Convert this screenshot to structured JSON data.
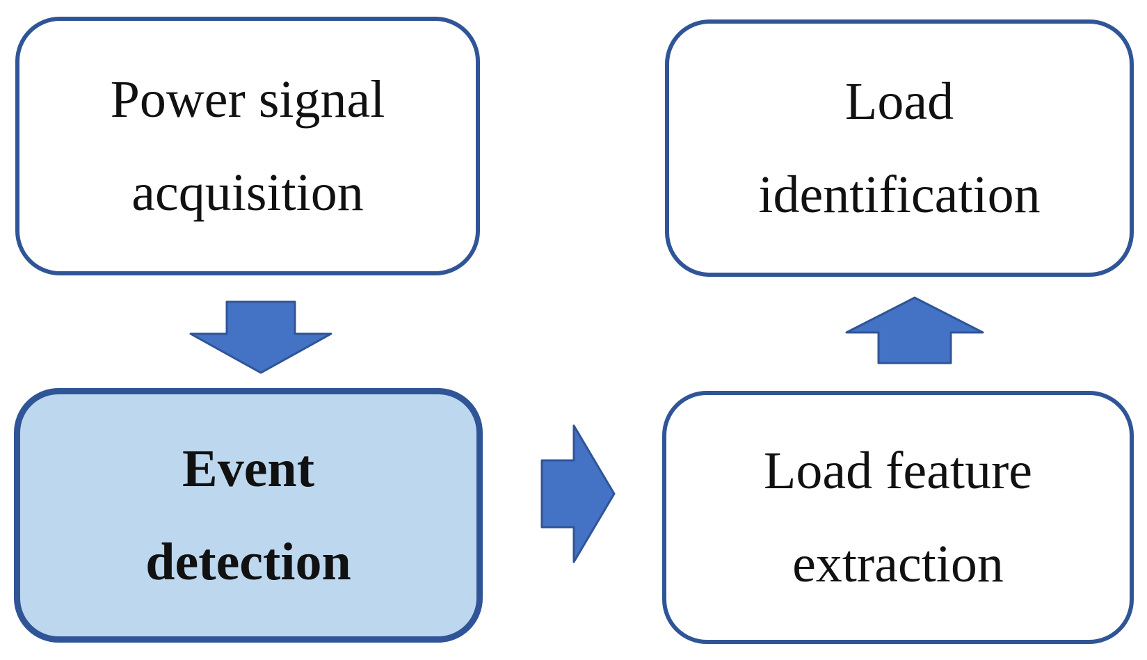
{
  "nodes": {
    "power_signal": {
      "lines": [
        "Power signal",
        "acquisition"
      ]
    },
    "event_detection": {
      "lines": [
        "Event",
        "detection"
      ]
    },
    "load_feature": {
      "lines": [
        "Load feature",
        "extraction"
      ]
    },
    "load_identification": {
      "lines": [
        "Load",
        "identification"
      ]
    }
  },
  "edges": [
    {
      "from": "power_signal",
      "to": "event_detection"
    },
    {
      "from": "event_detection",
      "to": "load_feature"
    },
    {
      "from": "load_feature",
      "to": "load_identification"
    }
  ],
  "colors": {
    "border": "#2f5597",
    "arrow_fill": "#4472c4",
    "highlight_fill": "#bdd7ee",
    "box_fill": "#ffffff"
  }
}
